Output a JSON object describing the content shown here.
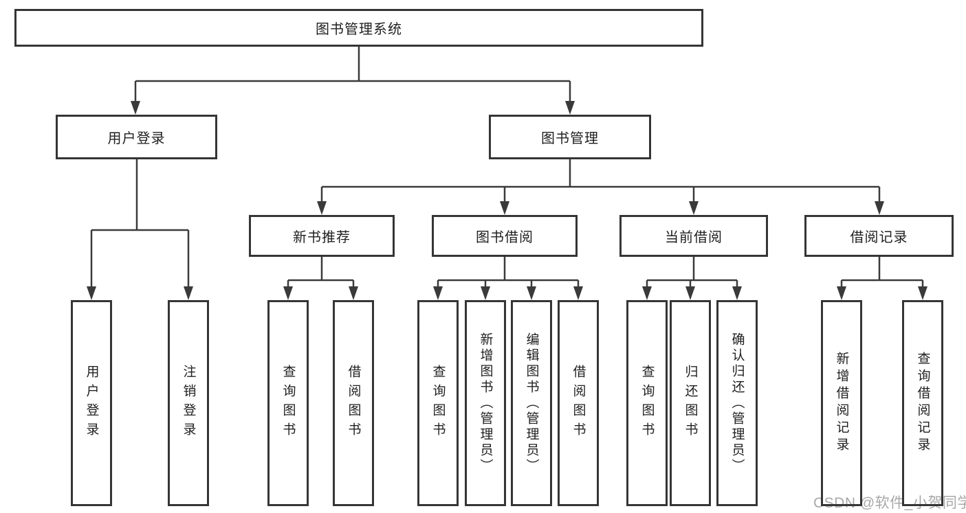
{
  "tree": {
    "root": {
      "label": "图书管理系统",
      "children": [
        {
          "label": "用户登录",
          "children": [
            {
              "label": "用户登录"
            },
            {
              "label": "注销登录"
            }
          ]
        },
        {
          "label": "图书管理",
          "children": [
            {
              "label": "新书推荐",
              "children": [
                {
                  "label": "查询图书"
                },
                {
                  "label": "借阅图书"
                }
              ]
            },
            {
              "label": "图书借阅",
              "children": [
                {
                  "label": "查询图书"
                },
                {
                  "label": "新增图书（管理员）"
                },
                {
                  "label": "编辑图书（管理员）"
                },
                {
                  "label": "借阅图书"
                }
              ]
            },
            {
              "label": "当前借阅",
              "children": [
                {
                  "label": "查询图书"
                },
                {
                  "label": "归还图书"
                },
                {
                  "label": "确认归还（管理员）"
                }
              ]
            },
            {
              "label": "借阅记录",
              "children": [
                {
                  "label": "新增借阅记录"
                },
                {
                  "label": "查询借阅记录"
                }
              ]
            }
          ]
        }
      ]
    }
  },
  "watermark": {
    "text": "CSDN @软件_小贺同学"
  },
  "colors": {
    "line": "#3a3a3a",
    "border": "#353535",
    "text": "#1f1f1f",
    "watermark": "#a8a8a8"
  }
}
